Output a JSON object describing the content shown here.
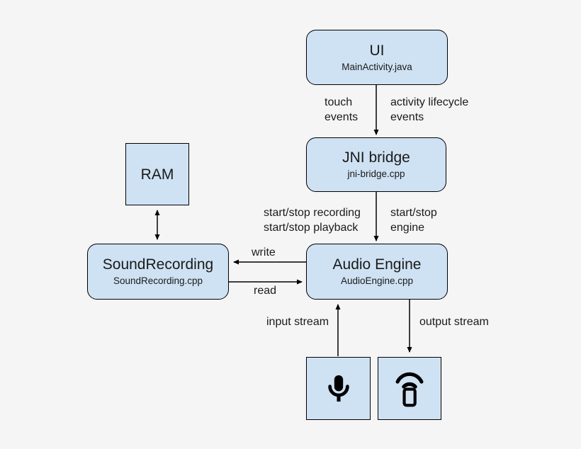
{
  "colors": {
    "background": "#f5f5f5",
    "node_fill": "#cfe2f3",
    "node_border": "#000000",
    "arrow": "#000000",
    "text": "#1a1a1a"
  },
  "nodes": {
    "ui": {
      "title": "UI",
      "subtitle": "MainActivity.java"
    },
    "jni_bridge": {
      "title": "JNI bridge",
      "subtitle": "jni-bridge.cpp"
    },
    "ram": {
      "title": "RAM"
    },
    "sound_recording": {
      "title": "SoundRecording",
      "subtitle": "SoundRecording.cpp"
    },
    "audio_engine": {
      "title": "Audio Engine",
      "subtitle": "AudioEngine.cpp"
    },
    "microphone": {
      "icon": "microphone-icon"
    },
    "speaker": {
      "icon": "speaker-phone-icon"
    }
  },
  "edge_labels": {
    "touch_events": {
      "line1": "touch",
      "line2": "events"
    },
    "activity_lifecycle": {
      "line1": "activity lifecycle",
      "line2": "events"
    },
    "start_stop_rec": {
      "line1": "start/stop recording",
      "line2": "start/stop playback"
    },
    "start_stop_engine": {
      "line1": "start/stop",
      "line2": "engine"
    },
    "write": "write",
    "read": "read",
    "input_stream": "input stream",
    "output_stream": "output stream"
  }
}
